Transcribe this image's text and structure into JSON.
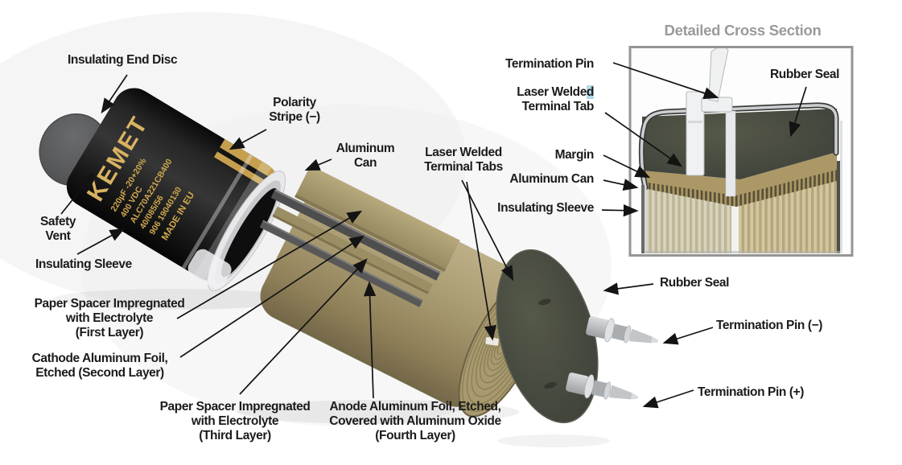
{
  "labels": {
    "insulating_end_disc": "Insulating End Disc",
    "safety_vent": "Safety\nVent",
    "insulating_sleeve_left": "Insulating Sleeve",
    "polarity_stripe": "Polarity\nStripe (−)",
    "aluminum_can_main": "Aluminum\nCan",
    "laser_welded_terminal_tabs": "Laser Welded\nTerminal Tabs",
    "paper_spacer_first": "Paper Spacer Impregnated\nwith Electrolyte\n(First Layer)",
    "cathode_foil": "Cathode Aluminum Foil,\nEtched (Second Layer)",
    "paper_spacer_third": "Paper Spacer Impregnated\nwith Electrolyte\n(Third Layer)",
    "anode_foil": "Anode Aluminum Foil, Etched,\nCovered with Aluminum Oxide\n(Fourth Layer)",
    "rubber_seal_main": "Rubber Seal",
    "termination_pin_neg": "Termination Pin (−)",
    "termination_pin_pos": "Termination Pin (+)"
  },
  "inset": {
    "title": "Detailed Cross Section",
    "labels": {
      "termination_pin": "Termination Pin",
      "laser_welded_terminal_tab": {
        "line1_pre": "Laser Welde",
        "line1_highlight": "d",
        "line2": "Terminal Tab"
      },
      "margin": "Margin",
      "aluminum_can": "Aluminum Can",
      "insulating_sleeve": "Insulating Sleeve",
      "rubber_seal": "Rubber Seal"
    }
  },
  "can_print": {
    "brand": "KEMET",
    "lines": [
      "220µF -20+20%",
      "400 VDC",
      "ALC70A221CB400",
      "40/085/56",
      "906 19040130",
      "MADE IN EU"
    ]
  },
  "colors": {
    "gold": "#cfa94f",
    "can_black": "#1d1d1d",
    "paper_tan": "#a5976b",
    "foil_gray": "#565656",
    "seal_olive": "#4a4e42",
    "title_gray": "#9a9a9a",
    "highlight_blue": "#b8d7ea",
    "arrow_black": "#131313"
  }
}
